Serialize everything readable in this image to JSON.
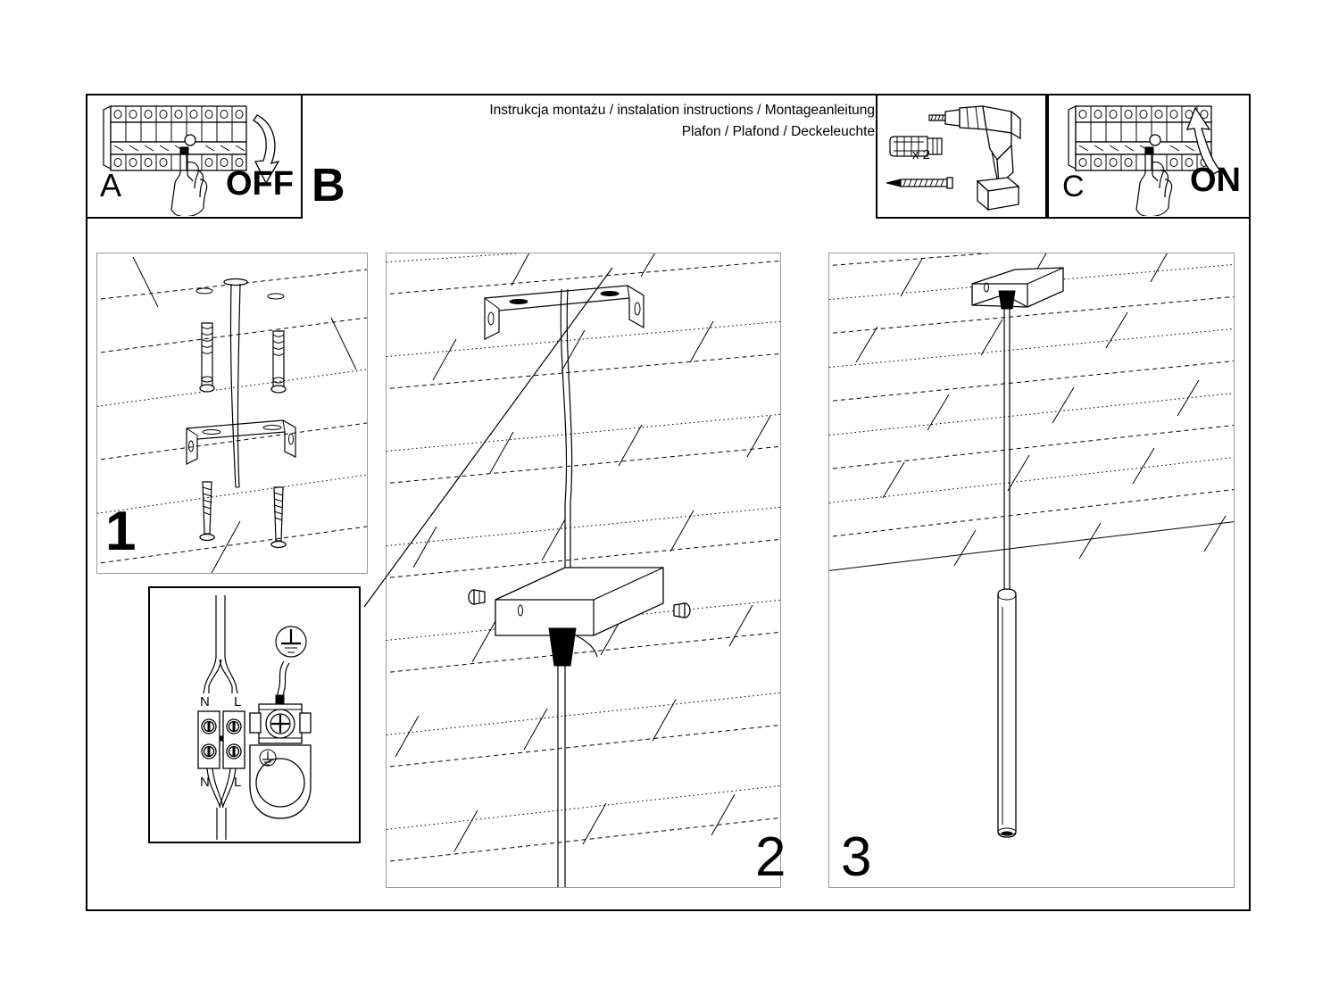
{
  "document": {
    "type": "installation-instruction-sheet",
    "title_lines": [
      "Instrukcja montażu / instalation instructions / Montageanleitung",
      "Plafon / Plafond / Deckeleuchte"
    ]
  },
  "header": {
    "panel_a": {
      "letter": "A",
      "action_label": "OFF",
      "icon": "circuit-breaker-panel-hand-switch-off",
      "arrow": "curved-arrow-down"
    },
    "step_b_letter": "B",
    "drill_panel": {
      "quantity_label": "x 2",
      "icons": [
        "wall-plug",
        "screw",
        "power-drill"
      ]
    },
    "panel_c": {
      "letter": "C",
      "action_label": "ON",
      "icon": "circuit-breaker-panel-hand-switch-on",
      "arrow": "curved-arrow-up"
    }
  },
  "steps": [
    {
      "number": "1",
      "name": "mount-bracket-parts",
      "contents": [
        "ceiling-plank-surface",
        "drilled-holes",
        "wall-plugs",
        "mounting-bracket",
        "screws"
      ]
    },
    {
      "number": "2",
      "name": "attach-canopy-and-wire",
      "contents": [
        "ceiling-plank-surface",
        "mounting-bracket",
        "canopy-box",
        "side-screws",
        "cable-grip",
        "suspension-cable"
      ]
    },
    {
      "number": "3",
      "name": "finished-installation",
      "contents": [
        "ceiling-plank-surface",
        "canopy-box",
        "suspension-cable",
        "tube-pendant-lamp"
      ]
    }
  ],
  "wiring_detail": {
    "name": "terminal-block-wiring",
    "terminal_labels_top": {
      "left": "N",
      "right": "L"
    },
    "terminal_labels_bottom": {
      "left": "N",
      "right": "L"
    },
    "earth_symbol": "protective-earth",
    "elements": [
      "supply-cable",
      "two-pole-terminal-block",
      "fixture-cable",
      "earth-terminal-screw",
      "earth-bracket"
    ]
  },
  "colors": {
    "ink": "#000000",
    "paper": "#ffffff",
    "panel_border": "#999999"
  }
}
